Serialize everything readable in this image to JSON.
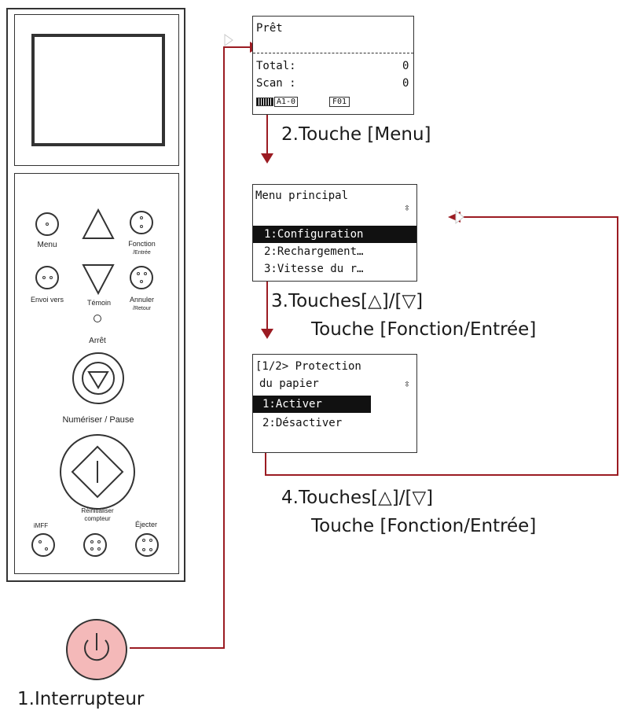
{
  "panel": {
    "buttons": {
      "menu": "Menu",
      "fonction": "Fonction",
      "fonction_sub": "/Entrée",
      "envoi": "Envoi vers",
      "temoin": "Témoin",
      "annuler": "Annuler",
      "annuler_sub": "/Retour",
      "arret": "Arrêt",
      "numeriser": "Numériser / Pause",
      "ionoff": "iMFF",
      "reinit_line1": "Réinitialiser",
      "reinit_line2": "compteur",
      "ejecter": "Éjecter"
    },
    "power_label": "1.Interrupteur"
  },
  "screens": {
    "ready": {
      "title": "Prêt",
      "total_label": "Total:",
      "total_value": "0",
      "scan_label": "Scan :",
      "scan_value": "0",
      "profile": "A1-0",
      "function": "F01"
    },
    "main_menu": {
      "title": "Menu principal",
      "items": [
        "1:Configuration",
        "2:Rechargement…",
        "3:Vitesse du r…"
      ],
      "selected_index": 0
    },
    "protection": {
      "title_line1": "[1/2> Protection",
      "title_line2": "du papier",
      "items": [
        "1:Activer",
        "2:Désactiver"
      ],
      "selected_index": 0
    }
  },
  "steps": {
    "step2": "2.Touche [Menu]",
    "step3_line1": "3.Touches[△]/[▽]",
    "step3_line2": "Touche [Fonction/Entrée]",
    "step4_line1": "4.Touches[△]/[▽]",
    "step4_line2": "Touche [Fonction/Entrée]"
  },
  "colors": {
    "arrow": "#9b1b22",
    "power_fill": "#f4b9b9"
  }
}
